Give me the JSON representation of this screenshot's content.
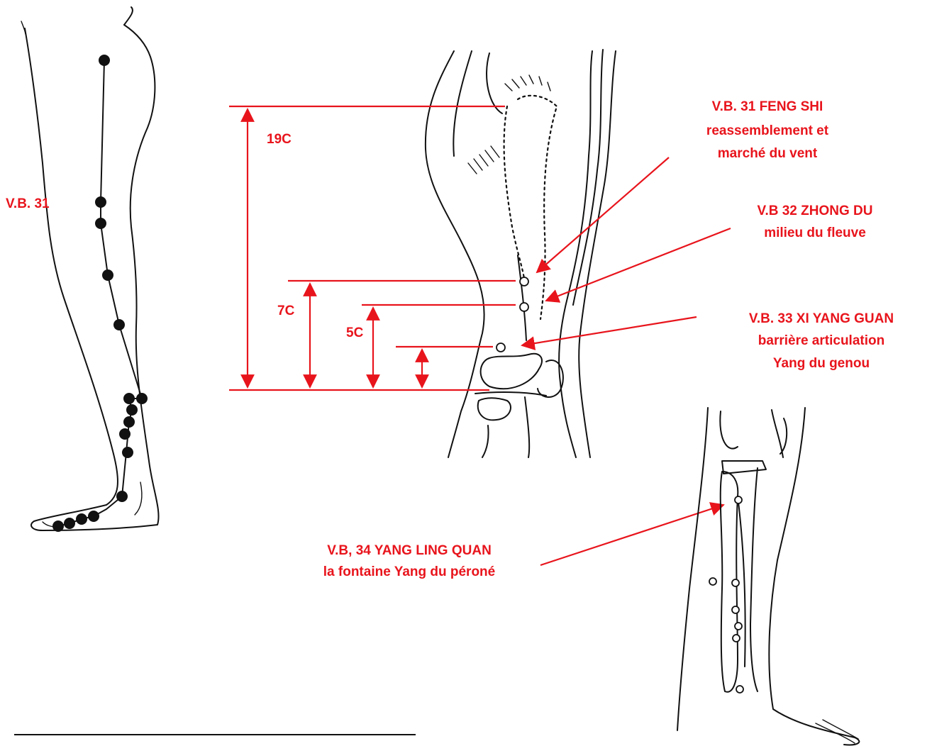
{
  "labels": {
    "vb31_side": "V.B. 31",
    "c19": "19C",
    "c7": "7C",
    "c5": "5C",
    "vb31": {
      "line1": "V.B. 31 FENG SHI",
      "line2": "reassemblement et",
      "line3": "marché du vent"
    },
    "vb32": {
      "line1": "V.B 32 ZHONG DU",
      "line2": "milieu du fleuve"
    },
    "vb33": {
      "line1": "V.B. 33 XI YANG GUAN",
      "line2": "barrière articulation",
      "line3": "Yang du genou"
    },
    "vb34": {
      "line1": "V.B, 34 YANG LING QUAN",
      "line2": "la fontaine Yang du péroné"
    }
  },
  "colors": {
    "accent": "#e8141c",
    "ink": "#111111",
    "background": "#ffffff"
  }
}
